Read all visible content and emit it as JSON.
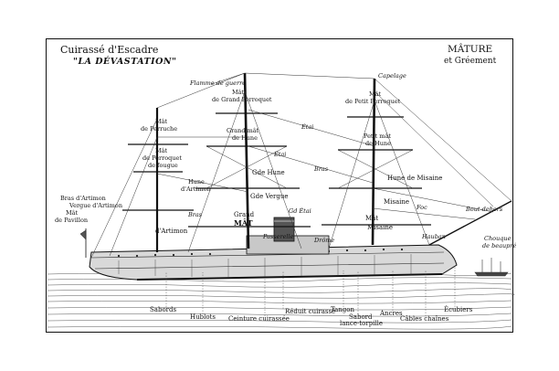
{
  "header": {
    "title": "Cuirassé d'Escadre",
    "subtitle": "\"LA DÉVASTATION\"",
    "caption_line1": "MÂTURE",
    "caption_line2": "et Gréement"
  },
  "labels": {
    "flamme_de_guerre": "Flamme de guerre",
    "capelage": "Capelage",
    "mat_grand_perroquet_1": "Mât",
    "mat_grand_perroquet_2": "de Grand Perroquet",
    "mat_petit_perroquet_1": "Mât",
    "mat_petit_perroquet_2": "de Petit Perroquet",
    "mat_perruche_1": "Mât",
    "mat_perruche_2": "de Perruche",
    "grand_mat_hune_1": "Grand mât",
    "grand_mat_hune_2": "de Hune",
    "petit_mat_hune_1": "Petit mât",
    "petit_mat_hune_2": "de Hune",
    "mat_perroquet_1": "Mât",
    "mat_perroquet_2": "de Perroquet",
    "mat_perroquet_3": "de fougue",
    "etai_1": "Étai",
    "etai_2": "Étai",
    "bras_1": "Bras",
    "bras_2": "Bras",
    "hune_artimon_1": "Hune",
    "hune_artimon_2": "d'Artimon",
    "gde_hune": "Gde Hune",
    "hune_misaine": "Hune de Misaine",
    "bras_artimon": "Bras d'Artimon",
    "vergue_artimon": "Vergue d'Artimon",
    "gde_vergue": "Gde Vergue",
    "misaine_vergue": "Misaine",
    "foc": "Foc",
    "beaupre_1": "Bout-dehors",
    "mat_pavillon_1": "Mât",
    "mat_pavillon_2": "de Pavillon",
    "artimon_mat": "d'Artimon",
    "grand_mat_1": "Grand",
    "grand_mat_2": "MÂT",
    "misaine_mat_1": "Mât",
    "misaine_mat_2": "Misaine",
    "passerelle": "Passerelle",
    "drome": "Drôme",
    "gd_etai": "Gd Étai",
    "chouque_1": "Chouque",
    "chouque_2": "de beaupré",
    "hauban_1": "Hauban",
    "sabords": "Sabords",
    "hublots": "Hublots",
    "ceinture": "Ceinture cuirassée",
    "reduit": "Réduit cuirassé",
    "tangon": "Tangon",
    "sabord_lt_1": "Sabord",
    "sabord_lt_2": "lance-torpille",
    "ancres": "Ancres",
    "cables": "Câbles chaînes",
    "ecubiers": "Écubiers"
  }
}
